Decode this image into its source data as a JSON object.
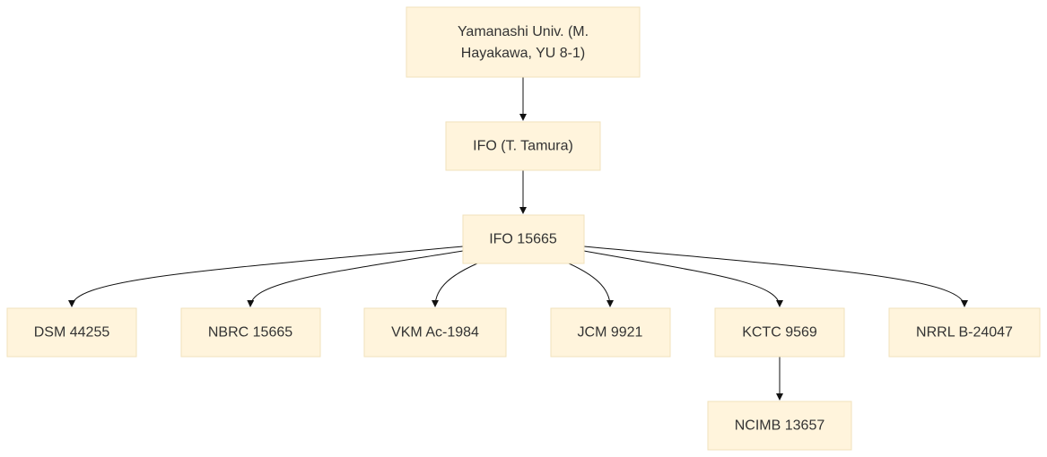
{
  "nodes": {
    "yamanashi": {
      "lines": [
        "Yamanashi Univ. (M.",
        "Hayakawa, YU 8-1)"
      ]
    },
    "ifo_tamura": {
      "label": "IFO (T. Tamura)"
    },
    "ifo_15665": {
      "label": "IFO 15665"
    },
    "dsm": {
      "label": "DSM 44255"
    },
    "nbrc": {
      "label": "NBRC 15665"
    },
    "vkm": {
      "label": "VKM Ac-1984"
    },
    "jcm": {
      "label": "JCM 9921"
    },
    "kctc": {
      "label": "KCTC 9569"
    },
    "nrrl": {
      "label": "NRRL B-24047"
    },
    "ncimb": {
      "label": "NCIMB 13657"
    }
  },
  "edges": [
    {
      "from": "yamanashi",
      "to": "ifo_tamura"
    },
    {
      "from": "ifo_tamura",
      "to": "ifo_15665"
    },
    {
      "from": "ifo_15665",
      "to": "dsm"
    },
    {
      "from": "ifo_15665",
      "to": "nbrc"
    },
    {
      "from": "ifo_15665",
      "to": "vkm"
    },
    {
      "from": "ifo_15665",
      "to": "jcm"
    },
    {
      "from": "ifo_15665",
      "to": "kctc"
    },
    {
      "from": "ifo_15665",
      "to": "nrrl"
    },
    {
      "from": "kctc",
      "to": "ncimb"
    }
  ],
  "colors": {
    "node_fill": "#fff4dc",
    "node_border": "#f0e2bb",
    "edge": "#111111",
    "text": "#333333"
  }
}
